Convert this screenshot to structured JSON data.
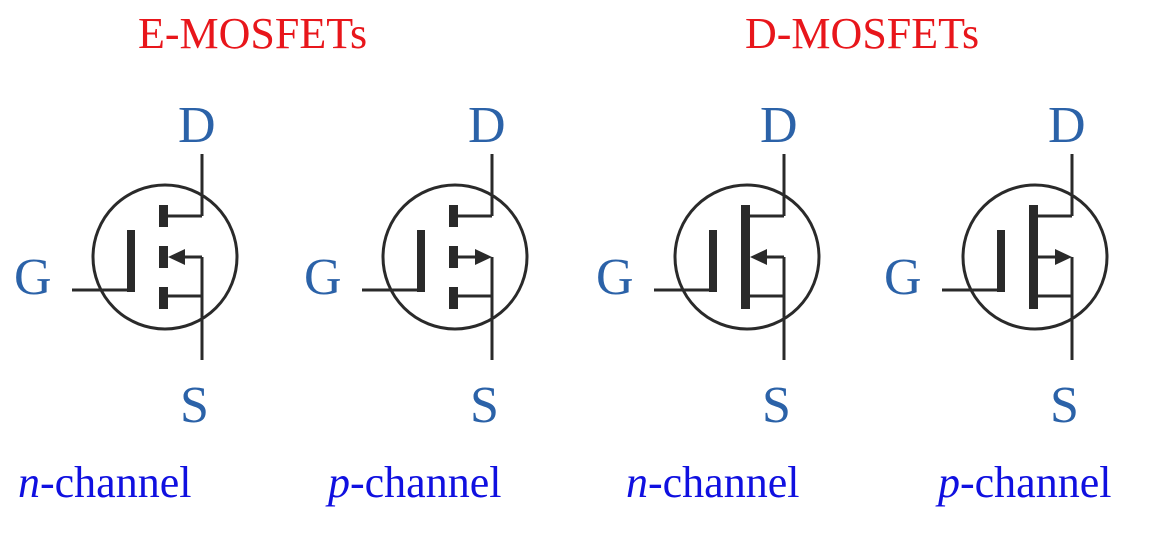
{
  "headings": {
    "enhancement": "E-MOSFETs",
    "depletion": "D-MOSFETs"
  },
  "terminals": {
    "drain": "D",
    "gate": "G",
    "source": "S"
  },
  "symbols": [
    {
      "mode": "enhancement",
      "polarity": "n",
      "label_prefix": "n",
      "label_suffix": "-channel",
      "channel_style": "segmented",
      "arrow": "inward"
    },
    {
      "mode": "enhancement",
      "polarity": "p",
      "label_prefix": "p",
      "label_suffix": "-channel",
      "channel_style": "segmented",
      "arrow": "outward"
    },
    {
      "mode": "depletion",
      "polarity": "n",
      "label_prefix": "n",
      "label_suffix": "-channel",
      "channel_style": "continuous",
      "arrow": "inward"
    },
    {
      "mode": "depletion",
      "polarity": "p",
      "label_prefix": "p",
      "label_suffix": "-channel",
      "channel_style": "continuous",
      "arrow": "outward"
    }
  ],
  "colors": {
    "heading": "#e8161b",
    "terminal_letter": "#2b62a8",
    "channel_label": "#1010e0",
    "stroke": "#2a2a2a"
  }
}
